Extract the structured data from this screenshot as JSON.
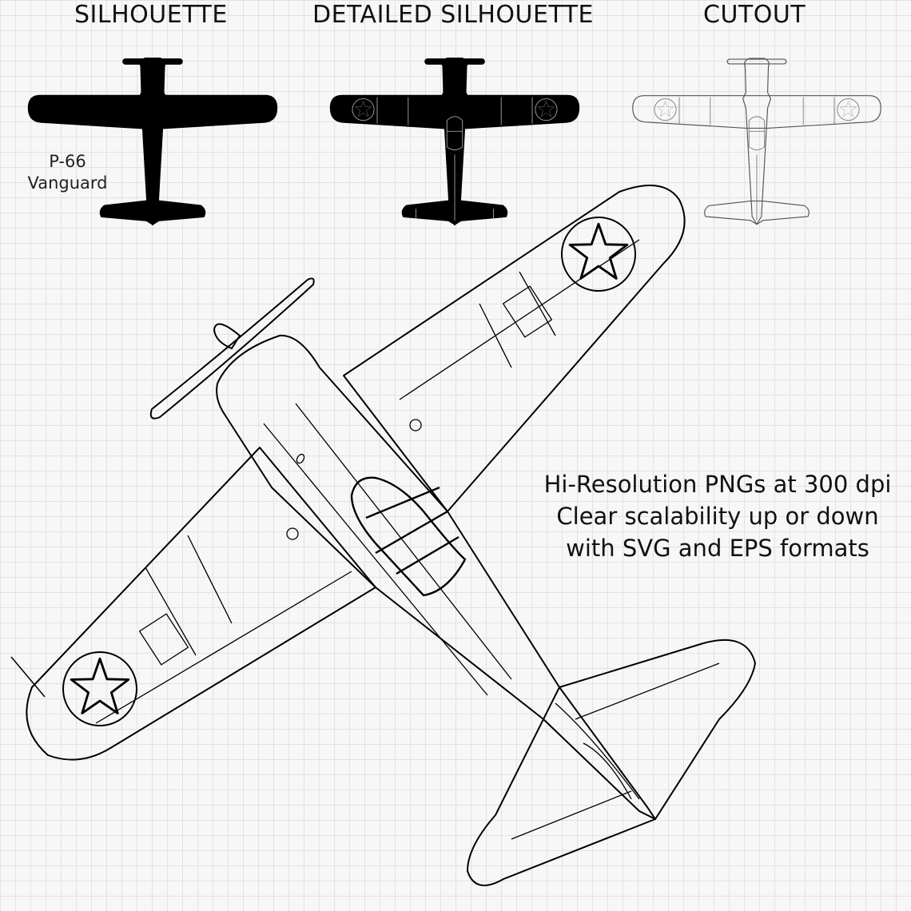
{
  "headings": {
    "silhouette": "SILHOUETTE",
    "detailed_silhouette": "DETAILED SILHOUETTE",
    "cutout": "CUTOUT"
  },
  "model": {
    "name": "P-66",
    "variant": "Vanguard"
  },
  "info_lines": [
    "Hi-Resolution PNGs at 300 dpi",
    "Clear scalability up or down",
    "with SVG and EPS formats"
  ]
}
